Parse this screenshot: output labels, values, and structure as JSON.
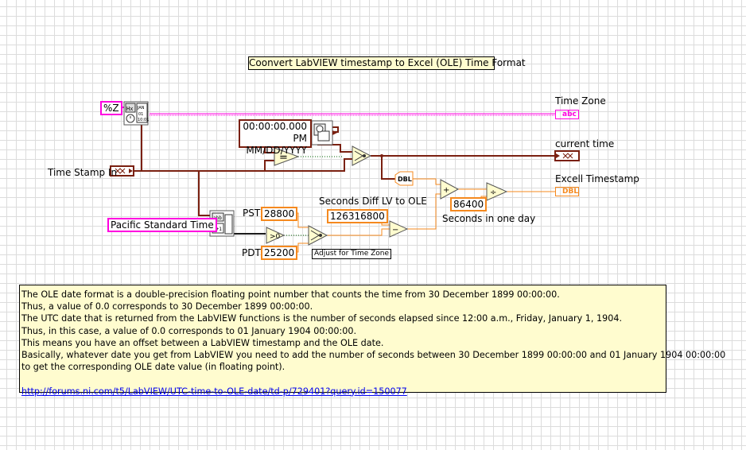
{
  "title": "Coonvert LabVIEW timestamp to Excel (OLE) Time Format",
  "labels": {
    "time_zone": "Time Zone",
    "current_time": "current time",
    "excell_timestamp": "Excell Timestamp",
    "time_stamp_in": "Time Stamp In",
    "seconds_diff": "Seconds Diff LV to OLE",
    "seconds_in_day": "Seconds in one day",
    "pst": "PST",
    "pdt": "PDT",
    "adjust_tz": "Adjust for Time Zone"
  },
  "constants": {
    "format_string": "%Z",
    "timestamp_line1": "00:00:00.000 PM",
    "timestamp_line2": "MM/DD/YYYY",
    "timezone_string": "Pacific Standard Time",
    "pst_value": "28800",
    "pdt_value": "25200",
    "seconds_diff_value": "126316800",
    "seconds_day_value": "86400",
    "bool_zero": "0"
  },
  "indicators": {
    "time_zone_type": "abc",
    "excel_type": "DBL",
    "to_dbl": "DBL"
  },
  "nodes": {
    "equal": "=",
    "add": "+",
    "subtract": "−",
    "divide": "÷"
  },
  "comment": {
    "lines": [
      "The OLE date format is a double-precision floating point number that counts the time from 30 December 1899 00:00:00.",
      "Thus, a value of 0.0 corresponds to 30 December 1899 00:00:00.",
      "The UTC date that is returned from the LabVIEW functions is the number of seconds elapsed since 12:00 a.m., Friday, January 1, 1904.",
      "Thus, in this case, a value of 0.0 corresponds to 01 January 1904 00:00:00.",
      "This means you have an offset between a LabVIEW timestamp and the OLE date.",
      "Basically, whatever date you get from LabVIEW you need to add the number of seconds between 30 December 1899 00:00:00 and 01 January 1904 00:00:00",
      "to get the corresponding OLE date value (in floating point)."
    ],
    "link": "http://forums.ni.com/t5/LabVIEW/UTC-time-to-OLE-date/td-p/729401?query.id=150077"
  },
  "colors": {
    "string_wire": "#ff00e0",
    "timestamp_wire": "#7a2010",
    "numeric_wire": "#f5891e",
    "boolean_wire": "#006400",
    "comment_bg": "#fffccf"
  }
}
